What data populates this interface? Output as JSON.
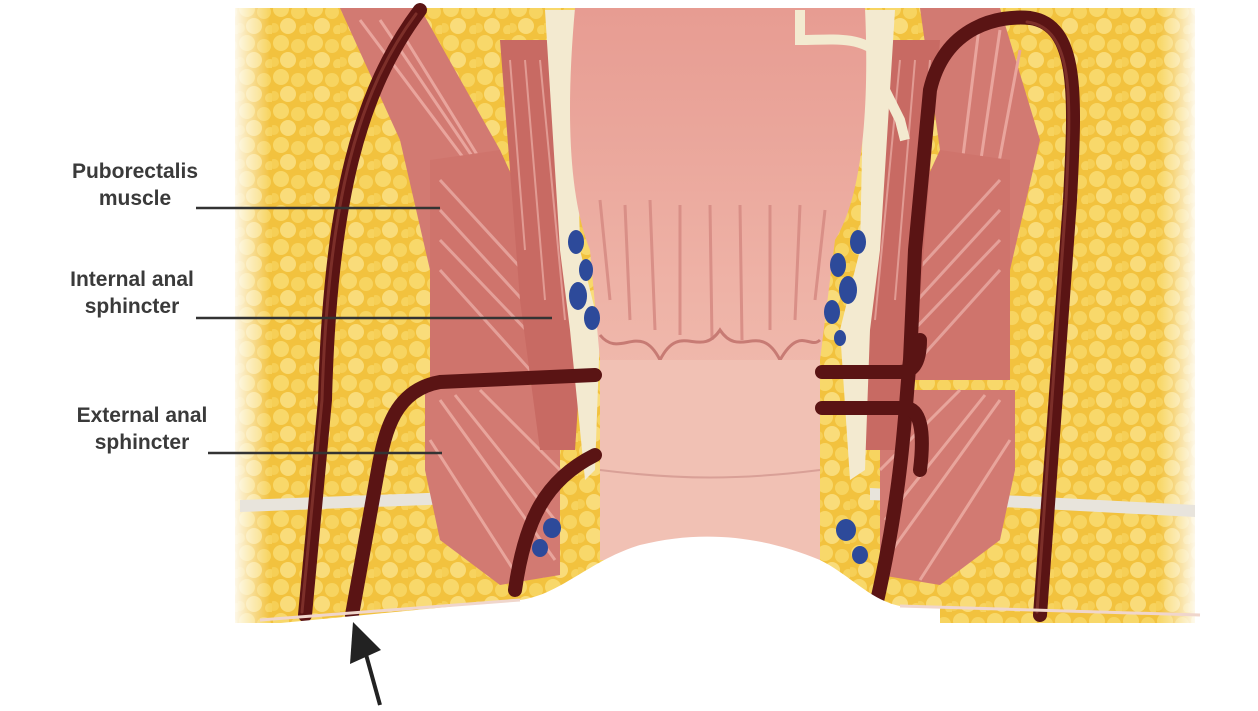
{
  "labels": {
    "puborectalis": {
      "line1": "Puborectalis",
      "line2": "muscle"
    },
    "internal_sphincter": {
      "line1": "Internal anal",
      "line2": "sphincter"
    },
    "external_sphincter": {
      "line1": "External anal",
      "line2": "sphincter"
    }
  },
  "colors": {
    "fat": "#f2c23e",
    "fat_light": "#f9dc7a",
    "muscle": "#d27a72",
    "muscle_dark": "#b95e58",
    "mucosa": "#eaa9a0",
    "mucosa_light": "#f3c3b8",
    "vessel": "#5a1414",
    "venous_plexus": "#2d4a9a",
    "connective": "#f3ead0",
    "leader": "#333333"
  },
  "icons": {
    "arrow": "up-pointing-arrow"
  }
}
